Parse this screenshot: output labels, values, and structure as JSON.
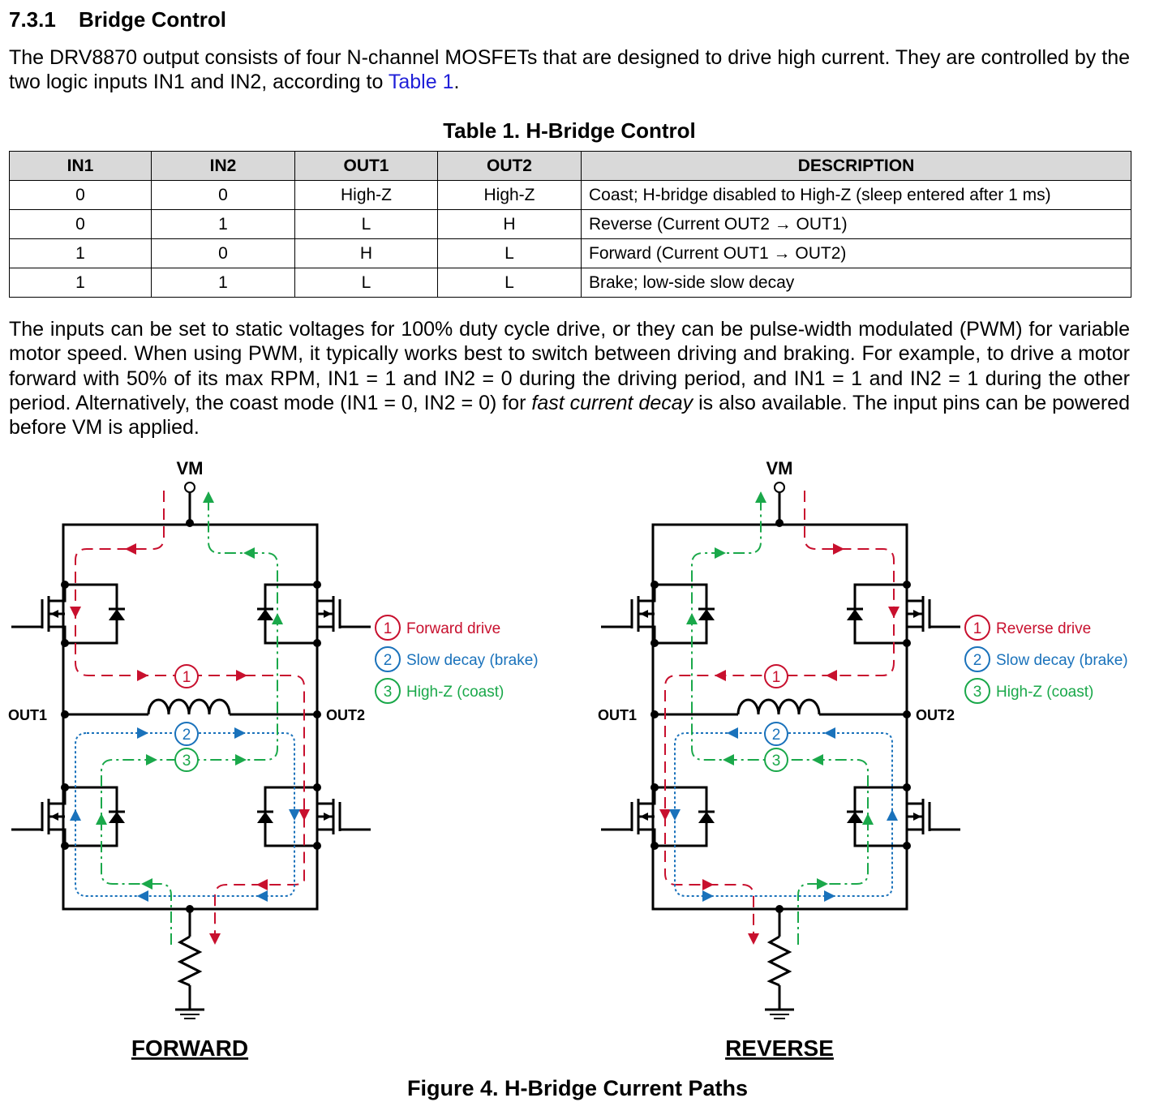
{
  "section": {
    "number": "7.3.1",
    "title": "Bridge Control"
  },
  "intro": {
    "text_before": "The DRV8870 output consists of four N-channel MOSFETs that are designed to drive high current. They are controlled by the two logic inputs IN1 and IN2, according to ",
    "link": "Table 1",
    "text_after": "."
  },
  "table": {
    "caption": "Table 1. H-Bridge Control",
    "headers": [
      "IN1",
      "IN2",
      "OUT1",
      "OUT2",
      "DESCRIPTION"
    ],
    "rows": [
      [
        "0",
        "0",
        "High-Z",
        "High-Z",
        "Coast; H-bridge disabled to High-Z (sleep entered after 1 ms)"
      ],
      [
        "0",
        "1",
        "L",
        "H",
        "Reverse (Current OUT2 → OUT1)"
      ],
      [
        "1",
        "0",
        "H",
        "L",
        "Forward (Current OUT1 → OUT2)"
      ],
      [
        "1",
        "1",
        "L",
        "L",
        "Brake; low-side slow decay"
      ]
    ]
  },
  "pwm_paragraph": {
    "text": "The inputs can be set to static voltages for 100% duty cycle drive, or they can be pulse-width modulated (PWM) for variable motor speed. When using PWM, it typically works best to switch between driving and braking. For example, to drive a motor forward with 50% of its max RPM, IN1 = 1 and IN2 = 0 during the driving period, and IN1 = 1 and IN2 = 1 during the other period. Alternatively, the coast mode (IN1 = 0, IN2 = 0) for ",
    "emph": "fast current decay",
    "text_after": " is also available. The input pins can be powered before VM is applied."
  },
  "figure": {
    "caption": "Figure 4.  H-Bridge Current Paths",
    "colors": {
      "drive": "#c8102e",
      "brake": "#1a72bb",
      "coast": "#1aa84a"
    },
    "diagrams": [
      {
        "title": "FORWARD",
        "supply": "VM",
        "out_left": "OUT1",
        "out_right": "OUT2",
        "legend": [
          {
            "num": "1",
            "label": "Forward drive"
          },
          {
            "num": "2",
            "label": "Slow decay (brake)"
          },
          {
            "num": "3",
            "label": "High-Z (coast)"
          }
        ]
      },
      {
        "title": "REVERSE",
        "supply": "VM",
        "out_left": "OUT1",
        "out_right": "OUT2",
        "legend": [
          {
            "num": "1",
            "label": "Reverse drive"
          },
          {
            "num": "2",
            "label": "Slow decay (brake)"
          },
          {
            "num": "3",
            "label": "High-Z (coast)"
          }
        ]
      }
    ]
  }
}
